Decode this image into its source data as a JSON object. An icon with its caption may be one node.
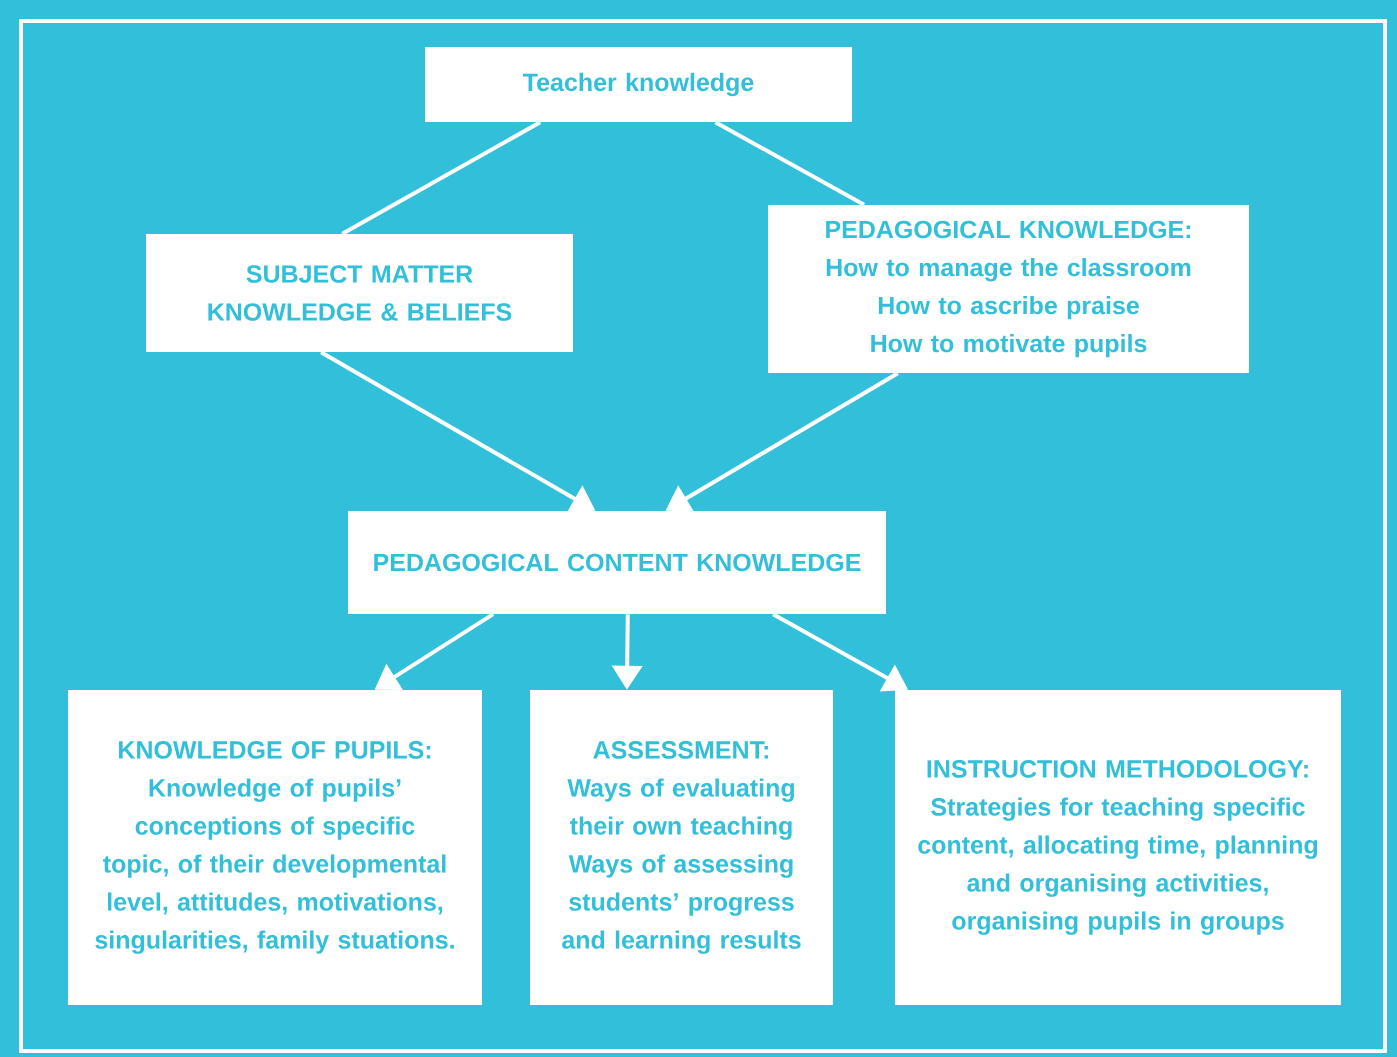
{
  "diagram": {
    "nodes": [
      {
        "text": [
          "Teacher knowledge"
        ]
      },
      {
        "text": [
          "SUBJECT MATTER KNOWLEDGE & BELIEFS"
        ]
      },
      {
        "text": [
          "PEDAGOGICAL KNOWLEDGE:",
          "How to manage the classroom",
          "How to ascribe praise",
          "How to motivate pupils"
        ]
      },
      {
        "text": [
          "PEDAGOGICAL CONTENT KNOWLEDGE"
        ]
      },
      {
        "text": [
          "KNOWLEDGE OF PUPILS:",
          "Knowledge of pupils’ conceptions of specific topic, of their developmental level, attitudes, motivations, singularities, family stuations."
        ]
      },
      {
        "text": [
          "ASSESSMENT:",
          "Ways of evaluating their own teaching",
          "Ways of assessing students’ progress and learning results"
        ]
      },
      {
        "text": [
          "INSTRUCTION METHODOLOGY:",
          "Strategies for teaching specific content, allocating time, planning and organising activities, organising pupils in groups"
        ]
      }
    ],
    "edges": [
      {
        "from": 0,
        "to": 1,
        "arrow": "none"
      },
      {
        "from": 0,
        "to": 2,
        "arrow": "none"
      },
      {
        "from": 1,
        "to": 3,
        "arrow": "to"
      },
      {
        "from": 2,
        "to": 3,
        "arrow": "to"
      },
      {
        "from": 3,
        "to": 4,
        "arrow": "to"
      },
      {
        "from": 3,
        "to": 5,
        "arrow": "to"
      },
      {
        "from": 3,
        "to": 6,
        "arrow": "to"
      }
    ]
  }
}
